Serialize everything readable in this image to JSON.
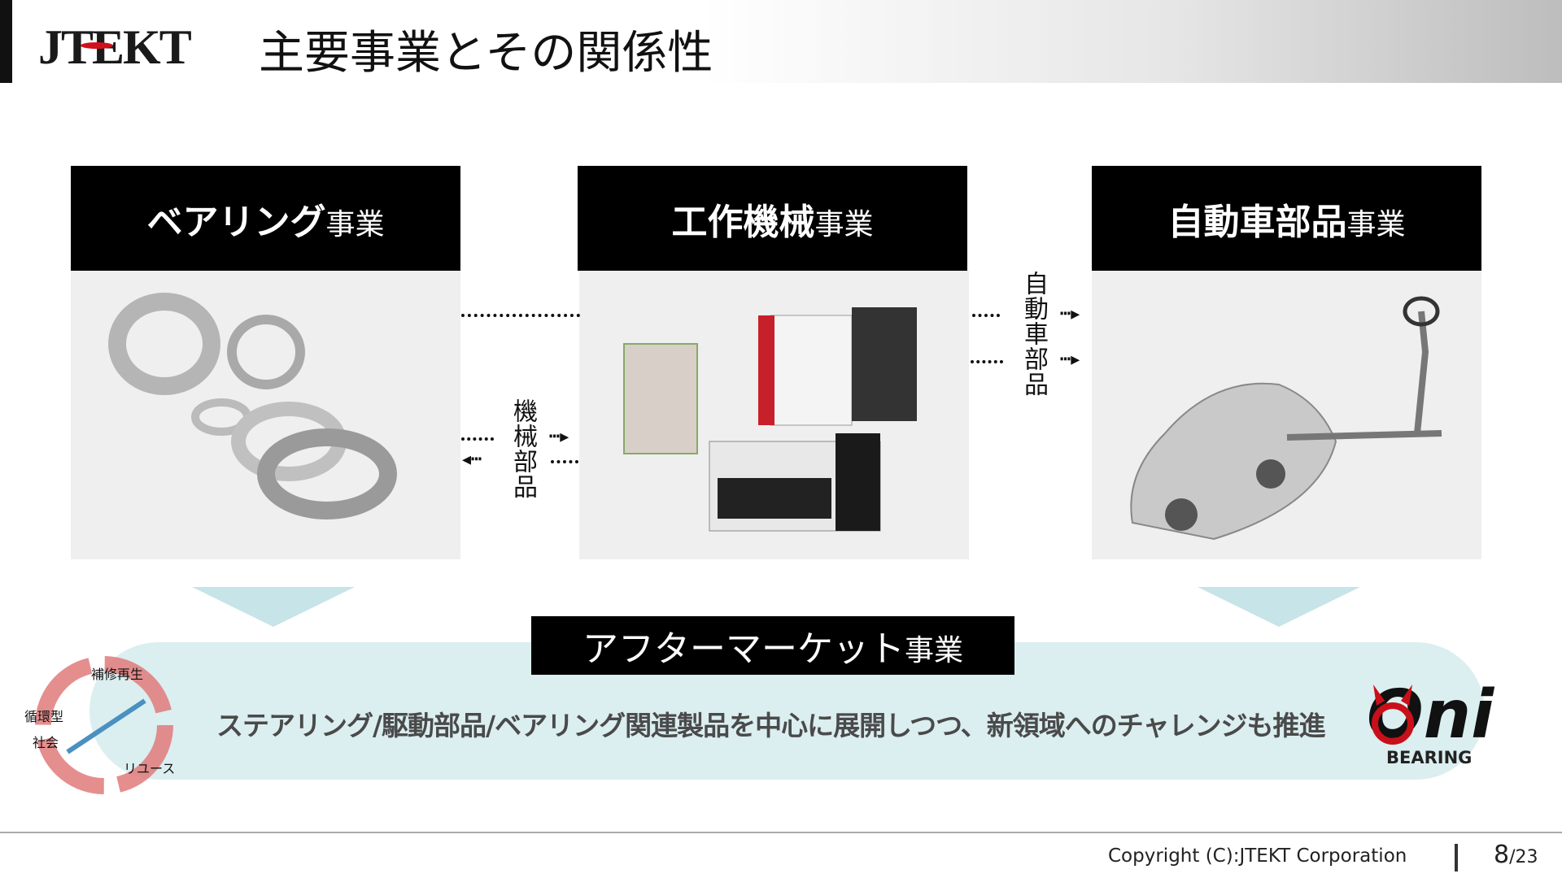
{
  "header": {
    "logo": "JTEKT",
    "title": "主要事業とその関係性"
  },
  "businesses": [
    {
      "name": "ベアリング",
      "suffix": "事業"
    },
    {
      "name": "工作機械",
      "suffix": "事業"
    },
    {
      "name": "自動車部品",
      "suffix": "事業"
    }
  ],
  "relations": {
    "machine_parts": "機械部品",
    "auto_parts": "自動車部品"
  },
  "aftermarket": {
    "name": "アフターマーケット",
    "suffix": "事業",
    "description": "ステアリング/駆動部品/ベアリング関連製品を中心に展開しつつ、新領域へのチャレンジも推進",
    "cycle_labels": [
      "補修再生",
      "循環型",
      "社会",
      "リユース"
    ],
    "brand": "Oni",
    "brand_sub": "BEARING"
  },
  "footer": {
    "copyright": "Copyright (C):JTEKT Corporation",
    "page": "8",
    "total": "/23"
  }
}
